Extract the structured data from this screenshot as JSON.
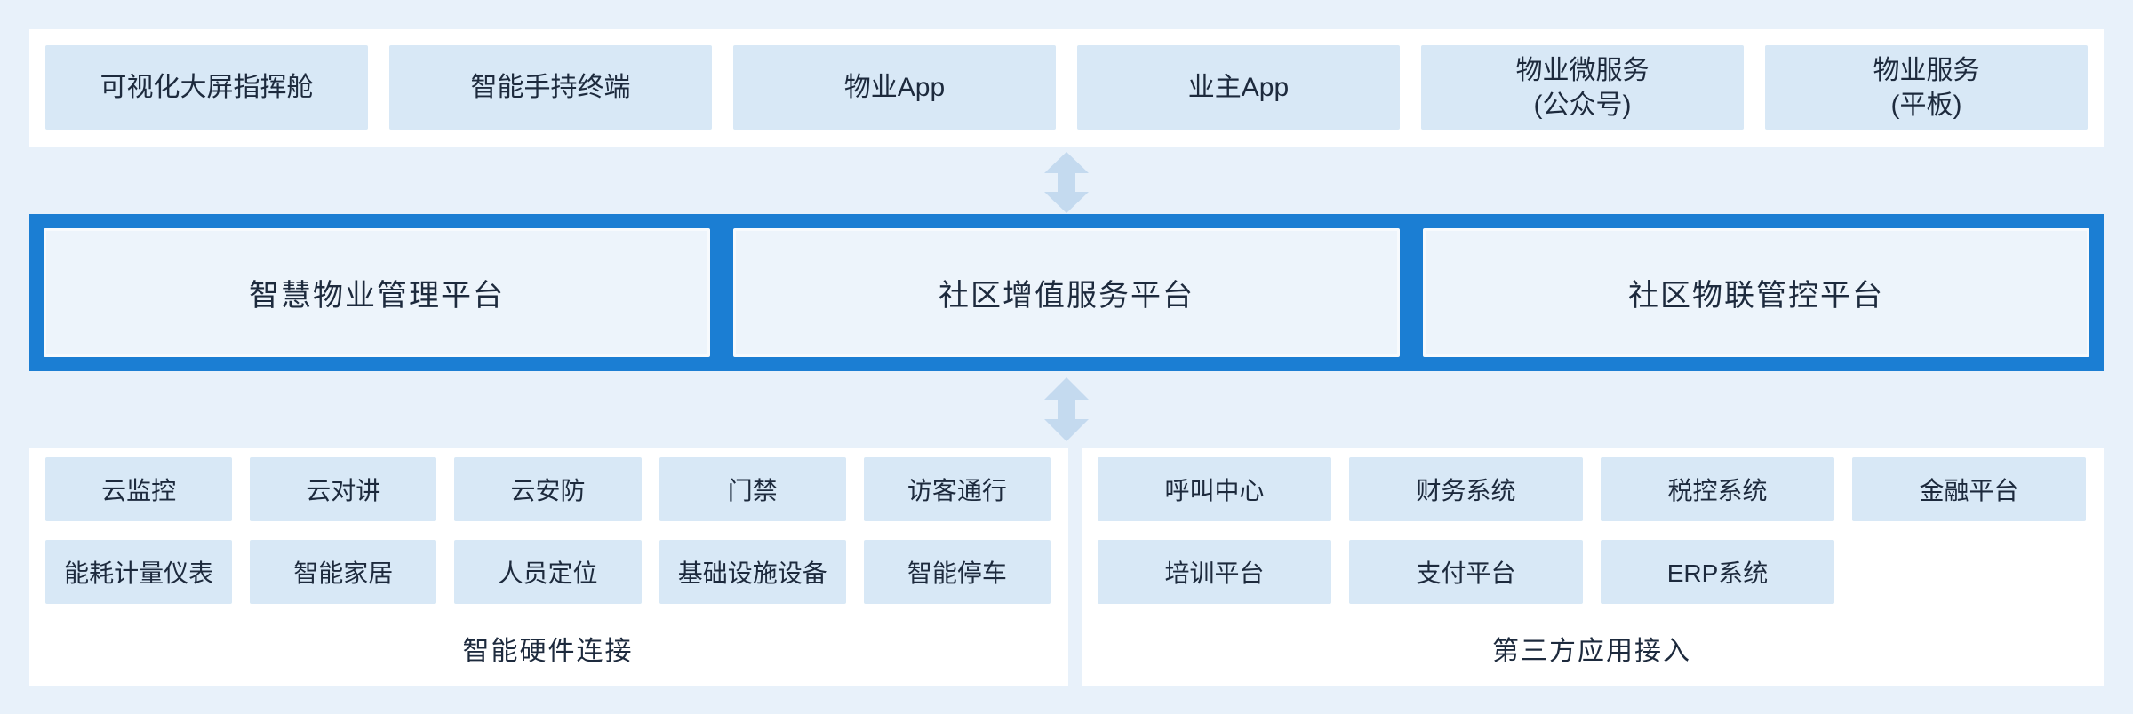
{
  "colors": {
    "page_background": "#e8f1fa",
    "panel_white": "#ffffff",
    "box_fill": "#d8e8f6",
    "platform_band_blue": "#1b7ed3",
    "platform_box_fill": "#edf4fb",
    "arrow_fill": "#c4daef",
    "text": "#1d2a3d"
  },
  "top_row": {
    "items": [
      {
        "label": "可视化大屏指挥舱"
      },
      {
        "label": "智能手持终端"
      },
      {
        "label": "物业App"
      },
      {
        "label": "业主App"
      },
      {
        "label": "物业微服务\n(公众号)"
      },
      {
        "label": "物业服务\n(平板)"
      }
    ]
  },
  "platforms": {
    "items": [
      {
        "label": "智慧物业管理平台"
      },
      {
        "label": "社区增值服务平台"
      },
      {
        "label": "社区物联管控平台"
      }
    ]
  },
  "bottom_left": {
    "row1": [
      {
        "label": "云监控"
      },
      {
        "label": "云对讲"
      },
      {
        "label": "云安防"
      },
      {
        "label": "门禁"
      },
      {
        "label": "访客通行"
      }
    ],
    "row2": [
      {
        "label": "能耗计量仪表"
      },
      {
        "label": "智能家居"
      },
      {
        "label": "人员定位"
      },
      {
        "label": "基础设施设备"
      },
      {
        "label": "智能停车"
      }
    ],
    "label": "智能硬件连接"
  },
  "bottom_right": {
    "row1": [
      {
        "label": "呼叫中心"
      },
      {
        "label": "财务系统"
      },
      {
        "label": "税控系统"
      },
      {
        "label": "金融平台"
      }
    ],
    "row2": [
      {
        "label": "培训平台"
      },
      {
        "label": "支付平台"
      },
      {
        "label": "ERP系统"
      }
    ],
    "label": "第三方应用接入"
  },
  "icons": {
    "updown_arrow": "vertical double-headed block arrow"
  }
}
